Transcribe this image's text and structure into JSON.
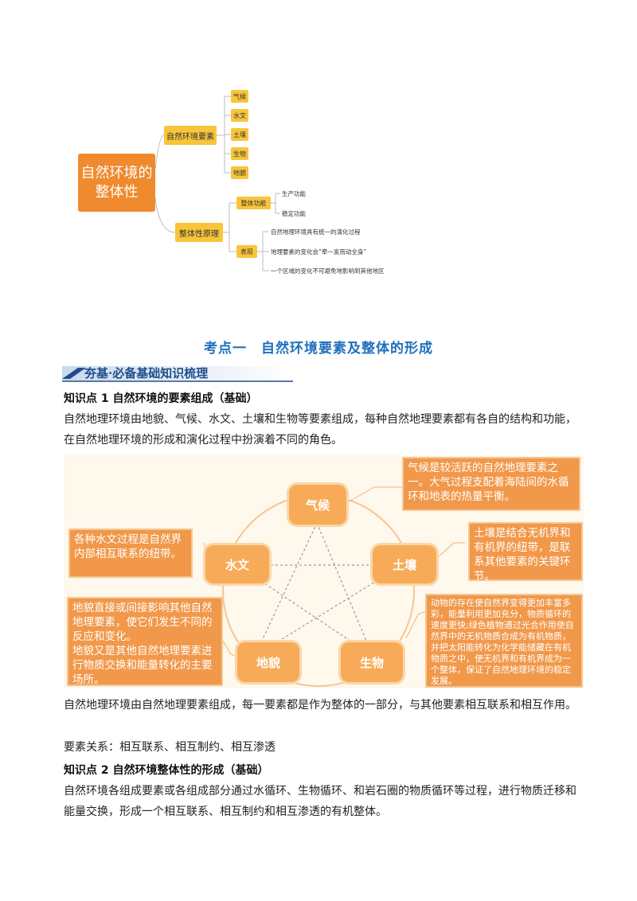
{
  "mindmap": {
    "root": "自然环境的\n整体性",
    "branch1": "自然环境要素",
    "branch1_items": [
      "气候",
      "水文",
      "土壤",
      "生物",
      "地貌"
    ],
    "branch2": "整体性原理",
    "sub_function": "整体功能",
    "function_items": [
      "生产功能",
      "稳定功能"
    ],
    "sub_manifest": "表现",
    "manifest_items": [
      "自然地理环境具有统一的演化过程",
      "地理要素的变化会“牵一发而动全身”",
      "一个区域的变化不可避免地影响到其他地区"
    ]
  },
  "section": {
    "title": "考点一　自然环境要素及整体的形成",
    "banner": "夯基·必备基础知识梳理"
  },
  "kp1": {
    "title": "知识点 1  自然环境的要素组成（基础）",
    "para": "自然地理环境由地貌、气候、水文、土壤和生物等要素组成，每种自然地理要素都有各自的结构和功能，在自然地理环境的形成和演化过程中扮演着不同的角色。"
  },
  "diagram": {
    "elements": {
      "climate": "气候",
      "hydro": "水文",
      "soil": "土壤",
      "landform": "地貌",
      "bio": "生物"
    },
    "notes": {
      "climate": "气候是较活跃的自然地理要素之一。大气过程支配着海陆间的水循环和地表的热量平衡。",
      "hydro": "各种水文过程是自然界内部相互联系的纽带。",
      "soil": "土壤是结合无机界和有机界的纽带，是联系其他要素的关键环节。",
      "landform": "地貌直接或间接影响其他自然地理要素，使它们发生不同的反应和变化。\n地貌又是其他自然地理要素进行物质交换和能量转化的主要场所。",
      "bio": "动物的存在使自然界变得更加丰富多彩，能量利用更加充分，物质循环的速度更快;绿色植物通过光合作用使自然界中的无机物质合成为有机物质，并把太阳能转化为化学能储藏在有机物质之中，使无机界和有机界成为一个整体，保证了自然地理环境的稳定发展。"
    },
    "colors": {
      "element": "#f7ab59",
      "note": "#f1984a",
      "background": "#fef8ed"
    }
  },
  "after_diagram": {
    "para": "自然地理环境由自然地理要素组成，每一要素都是作为整体的一部分，与其他要素相互联系和相互作用。",
    "relation": "要素关系：相互联系、相互制约、相互渗透"
  },
  "kp2": {
    "title": "知识点 2   自然环境整体性的形成（基础）",
    "para": "自然环境各组成要素或各组成部分通过水循环、生物循环、和岩石圈的物质循环等过程，进行物质迁移和能量交换，形成一个相互联系、相互制约和相互渗透的有机整体。"
  }
}
